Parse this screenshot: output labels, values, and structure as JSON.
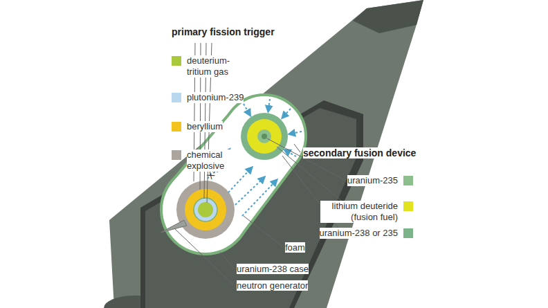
{
  "diagram": {
    "labels": [
      "primary fission trigger",
      "X-rays",
      "secondary fusion device",
      "foam",
      "uranium-238 case",
      "neutron generator"
    ],
    "legend": [
      {
        "text": "deuterium-tritium gas",
        "color": "#a9c83c"
      },
      {
        "text": "plutonium-239",
        "color": "#b9d7ee"
      },
      {
        "text": "beryllium",
        "color": "#f1c31c"
      },
      {
        "text": "chemical explosive",
        "color": "#aca59d"
      },
      {
        "text": "uranium-235",
        "color": "#8cbf8c"
      },
      {
        "text": "lithium deuteride (fusion fuel)",
        "color": "#e2e21e"
      },
      {
        "text": "uranium-238 or 235",
        "color": "#7cb389"
      }
    ]
  }
}
